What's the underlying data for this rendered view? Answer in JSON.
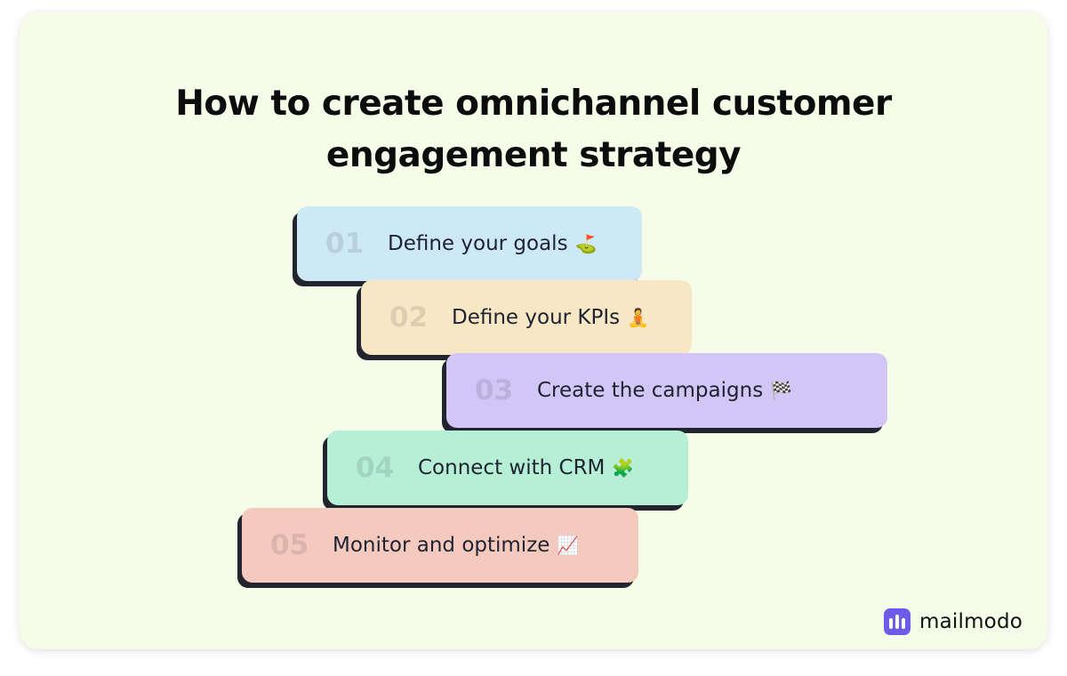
{
  "title": {
    "line1": "How to create omnichannel customer",
    "line2": "engagement strategy"
  },
  "steps": [
    {
      "number": "01",
      "label": "Define your goals",
      "icon": "⛳",
      "icon_name": "golf-flag-icon",
      "color": "#cde9f6"
    },
    {
      "number": "02",
      "label": "Define your KPIs",
      "icon": "🧘",
      "icon_name": "person-meditating-icon",
      "color": "#f8e7c4"
    },
    {
      "number": "03",
      "label": "Create the campaigns",
      "icon": "🏁",
      "icon_name": "checkered-flag-icon",
      "color": "#d2c6f7"
    },
    {
      "number": "04",
      "label": "Connect with CRM",
      "icon": "🧩",
      "icon_name": "puzzle-piece-icon",
      "color": "#b4efd6"
    },
    {
      "number": "05",
      "label": "Monitor and optimize",
      "icon": "📈",
      "icon_name": "chart-increasing-icon",
      "color": "#f5cabe"
    }
  ],
  "logo": {
    "text": "mailmodo",
    "color": "#6d5ce8"
  }
}
